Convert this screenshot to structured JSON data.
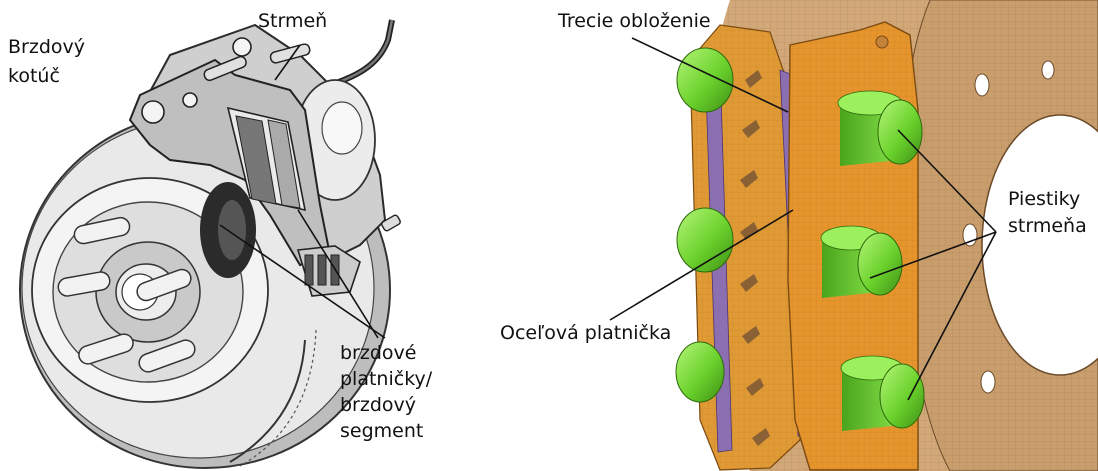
{
  "left_labels": {
    "disc": [
      "Brzdový",
      "kotúč"
    ],
    "caliper": "Strmeň",
    "pads": [
      "brzdové",
      "platničky/",
      "brzdový",
      "segment"
    ]
  },
  "right_labels": {
    "friction_lining": "Trecie obloženie",
    "steel_plate": "Oceľová platnička",
    "pistons": [
      "Piestiky",
      "strmeňa"
    ]
  },
  "colors": {
    "pad_orange": "#e0922a",
    "disc_tan": "#d2a878",
    "piston_green": "#7ee040",
    "lining_purple": "#8c6fb0",
    "caliper_gray": "#a8a8a8"
  }
}
